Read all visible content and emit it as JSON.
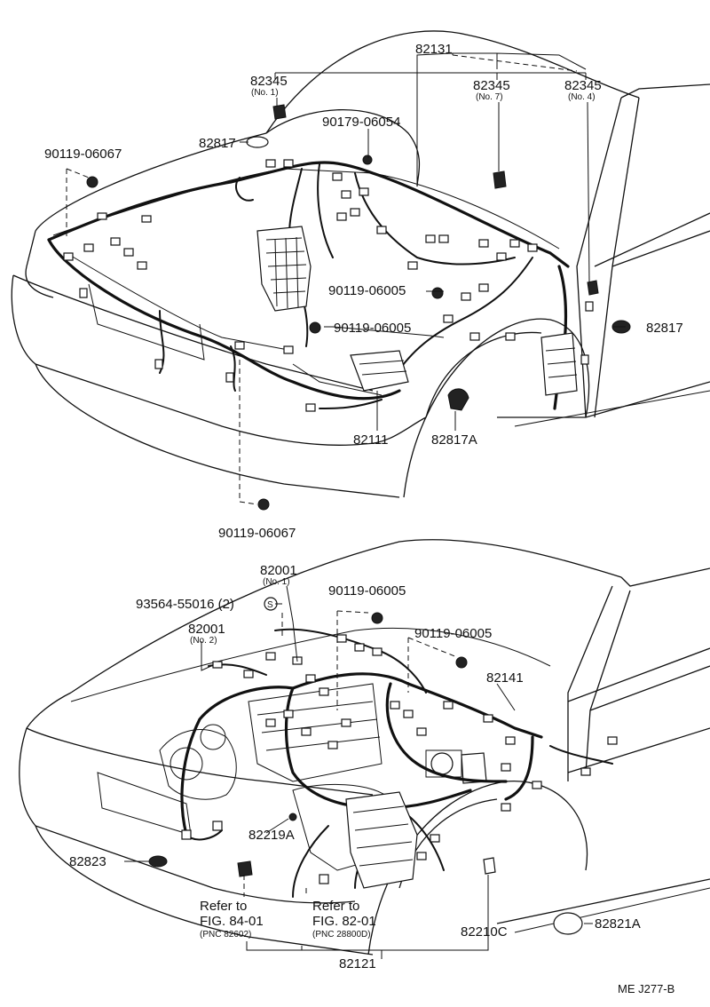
{
  "top_view": {
    "labels": {
      "p82131": "82131",
      "p82345_no1": "82345",
      "p82345_no1_sub": "(No. 1)",
      "p82345_no7": "82345",
      "p82345_no7_sub": "(No. 7)",
      "p82345_no4": "82345",
      "p82345_no4_sub": "(No. 4)",
      "p90179": "90179-06054",
      "p82817_top": "82817",
      "p90119_06067_top": "90119-06067",
      "p90119_06005_a": "90119-06005",
      "p90119_06005_b": "90119-06005",
      "p82817_right": "82817",
      "p82111": "82111",
      "p82817A": "82817A",
      "p90119_06067_bottom": "90119-06067"
    }
  },
  "bottom_view": {
    "labels": {
      "p82001_no1": "82001",
      "p82001_no1_sub": "(No. 1)",
      "p93564": "93564-55016 (2)",
      "p93564_symbol": "S",
      "p82001_no2": "82001",
      "p82001_no2_sub": "(No. 2)",
      "p90119_06005_c": "90119-06005",
      "p90119_06005_d": "90119-06005",
      "p82141": "82141",
      "p82219A": "82219A",
      "p82823": "82823",
      "ref1_line1": "Refer to",
      "ref1_line2": "FIG. 84-01",
      "ref1_pnc": "(PNC 82602)",
      "ref2_line1": "Refer to",
      "ref2_line2": "FIG. 82-01",
      "ref2_pnc": "(PNC 28800D)",
      "p82210C": "82210C",
      "p82821A": "82821A",
      "p82121": "82121"
    }
  },
  "figure_code": "ME J277-B"
}
